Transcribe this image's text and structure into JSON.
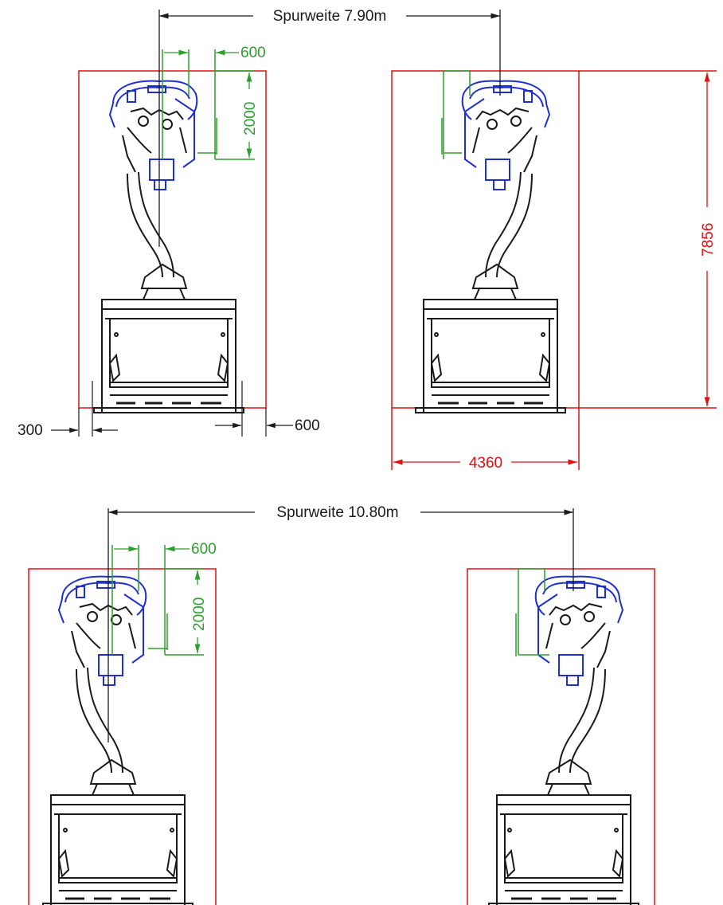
{
  "top": {
    "track_label": "Spurweite 7.90m",
    "green_width": "600",
    "green_height": "2000",
    "left_offset": "300",
    "right_offset": "600",
    "envelope_height": "7856",
    "envelope_width": "4360"
  },
  "bottom": {
    "track_label": "Spurweite 10.80m",
    "green_width": "600",
    "green_height": "2000"
  },
  "colors": {
    "envelope": "#e01010",
    "clearance": "#2e9e2e",
    "grip": "#1f2fd0",
    "structure": "#1a1a1a"
  }
}
